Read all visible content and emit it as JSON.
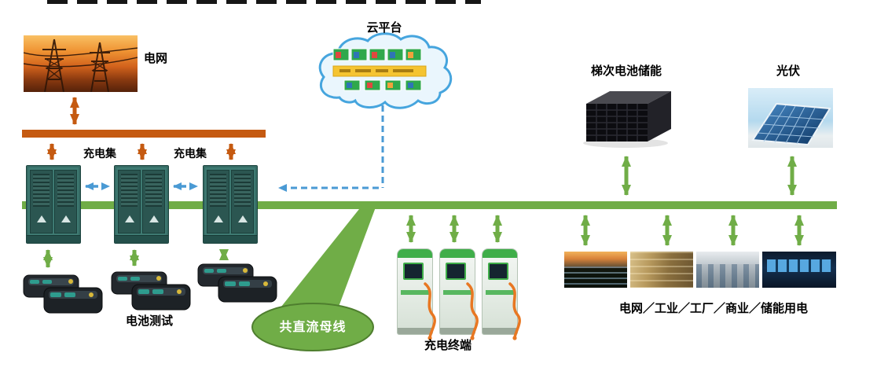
{
  "labels": {
    "grid": "电网",
    "cloud": "云平台",
    "cluster1": "充电集",
    "cluster2": "充电集",
    "battery_test": "电池测试",
    "dc_bus": "共直流母线",
    "charging_terminal": "充电终端",
    "storage": "梯次电池储能",
    "pv": "光伏",
    "loads": "电网／工业／工厂／商业／储能用电"
  },
  "colors": {
    "ac_bus_orange": "#C55A11",
    "dc_bus_green": "#70AD47",
    "comm_link_blue": "#4A9AD4",
    "ellipse_border_green": "#4E7E2E",
    "cloud_outline_blue": "#46A5DE",
    "cloud_banner_yellow": "#F5C431",
    "charger_green": "#3FAE49",
    "cable_orange": "#E87722"
  }
}
